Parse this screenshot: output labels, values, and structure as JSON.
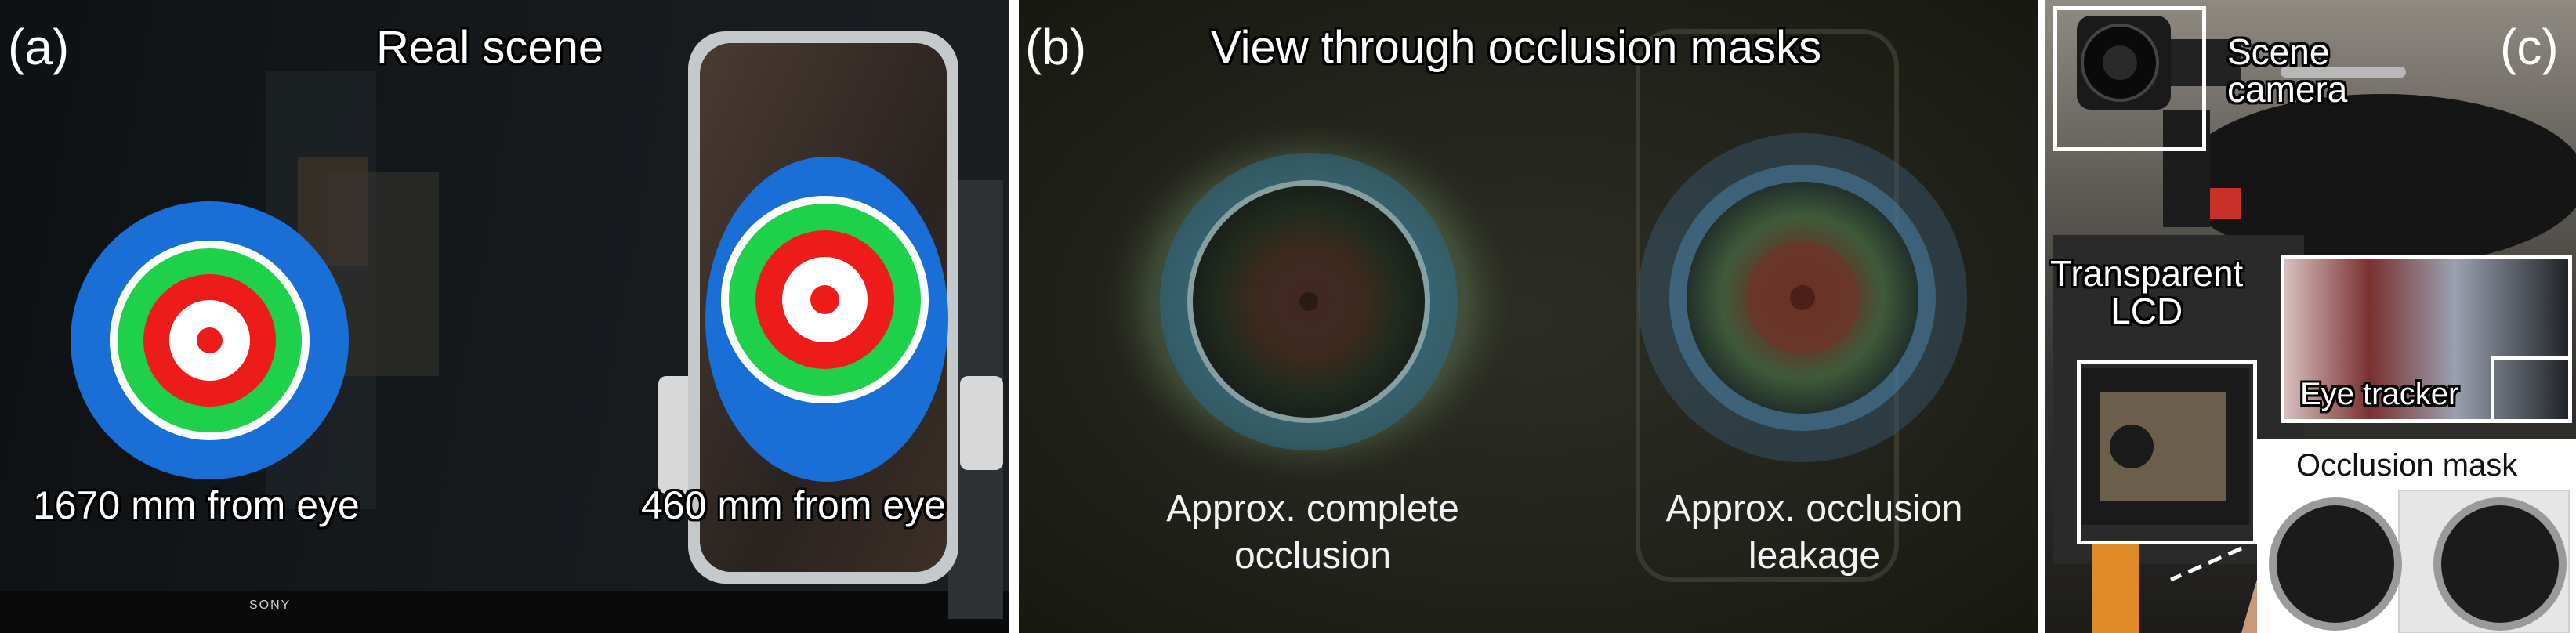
{
  "panels": [
    {
      "tag": "(a)",
      "title": "Real scene",
      "captions": [
        "1670 mm from eye",
        "460 mm from eye"
      ]
    },
    {
      "tag": "(b)",
      "title": "View through occlusion masks",
      "captions": [
        {
          "line1": "Approx. complete",
          "line2": "occlusion"
        },
        {
          "line1": "Approx. occlusion",
          "line2": "leakage"
        }
      ]
    },
    {
      "tag": "(c)",
      "labels": {
        "scene_camera": {
          "line1": "Scene",
          "line2": "camera"
        },
        "transparent_lcd": {
          "line1": "Transparent",
          "line2": "LCD"
        },
        "eye_tracker": "Eye tracker",
        "occlusion_mask": "Occlusion mask"
      }
    }
  ],
  "monitor_brand": "SONY",
  "colors": {
    "target_blue": "#1a6fd6",
    "target_green": "#1fd14a",
    "target_red": "#ee1b1b",
    "target_white": "#ffffff"
  }
}
